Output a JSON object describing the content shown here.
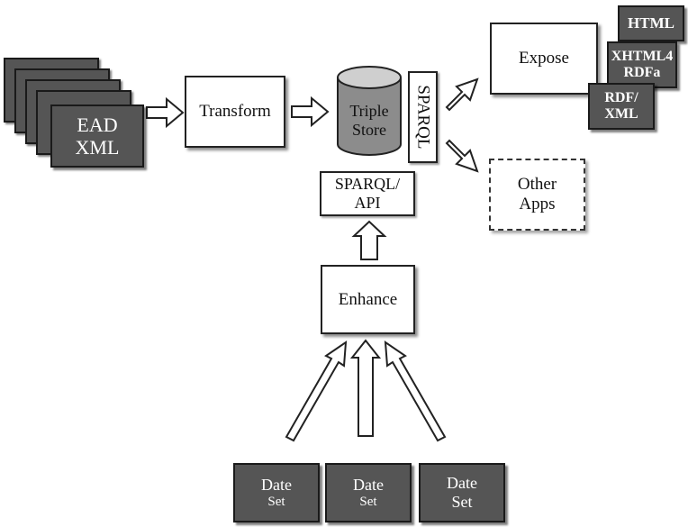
{
  "nodes": {
    "ead": "EAD\nXML",
    "transform": "Transform",
    "triple_store": "Triple\nStore",
    "sparql_vertical": "SPARQL",
    "sparql_api": "SPARQL/\nAPI",
    "enhance": "Enhance",
    "expose": "Expose",
    "other_apps": "Other\nApps",
    "html": "HTML",
    "xhtml": "XHTML4\nRDFa",
    "rdfxml": "RDF/\nXML",
    "datasets": [
      {
        "top": "Date",
        "bottom": "Set"
      },
      {
        "top": "Date",
        "bottom": "Set"
      },
      {
        "top": "Date",
        "bottom": "Set"
      }
    ]
  },
  "colors": {
    "dark_box": "#555555",
    "border": "#222222",
    "store_fill": "#8c8c8c"
  }
}
